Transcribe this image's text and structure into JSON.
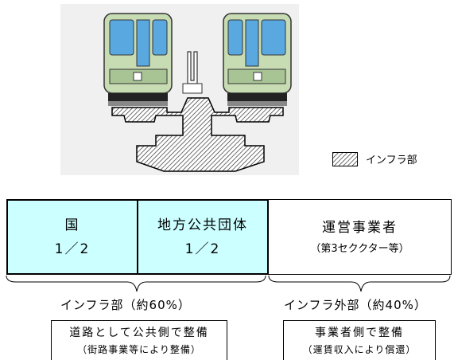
{
  "legend": {
    "label": "インフラ部"
  },
  "table": {
    "gov": {
      "name": "国",
      "share": "1／2"
    },
    "local": {
      "name": "地方公共団体",
      "share": "1／2"
    },
    "operator": {
      "name": "運営事業者",
      "note": "（第3セククター等）"
    }
  },
  "sections": {
    "infra": {
      "label": "インフラ部（約60%）",
      "title": "道路として公共側で整備",
      "note": "（街路事業等により整備）"
    },
    "outside": {
      "label": "インフラ外部（約40%）",
      "title": "事業者側で整備",
      "note": "（運賃収入により償還）"
    }
  },
  "colors": {
    "public_fill": "#ccffff",
    "train_window": "#5aa8e0",
    "train_body": "#c8dcb4"
  }
}
